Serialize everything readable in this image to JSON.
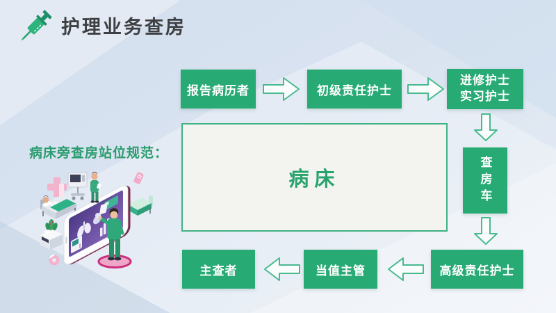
{
  "header": {
    "title": "护理业务查房",
    "icon": "syringe-icon"
  },
  "left": {
    "label": "病床旁查房站位规范：",
    "illustration": "isometric-ward-round-scene"
  },
  "diagram": {
    "center_label": "病床",
    "reporter": "报告病历者",
    "junior_nurse": "初级责任护士",
    "trainee_line1": "进修护士",
    "trainee_line2": "实习护士",
    "cart": "查房车",
    "senior_nurse": "高级责任护士",
    "duty_supervisor": "当值主管",
    "chief_examiner": "主查者",
    "flow_top": [
      "报告病历者",
      "初级责任护士",
      "进修护士 实习护士",
      "查房车"
    ],
    "flow_bottom": [
      "高级责任护士",
      "当值主管",
      "主查者"
    ]
  },
  "colors": {
    "node_green": "#27aa74",
    "arrow_outline_green": "#47ba8e",
    "accent_text_green": "#2b9c6e",
    "title_text": "#3d3f42",
    "background_blue": "#d7e2f0",
    "center_box_fill": "#f3f4f0",
    "illustration_purple": "#5c4398",
    "illustration_maroon": "#7b2d4e",
    "illustration_pink": "#f2aac9"
  }
}
